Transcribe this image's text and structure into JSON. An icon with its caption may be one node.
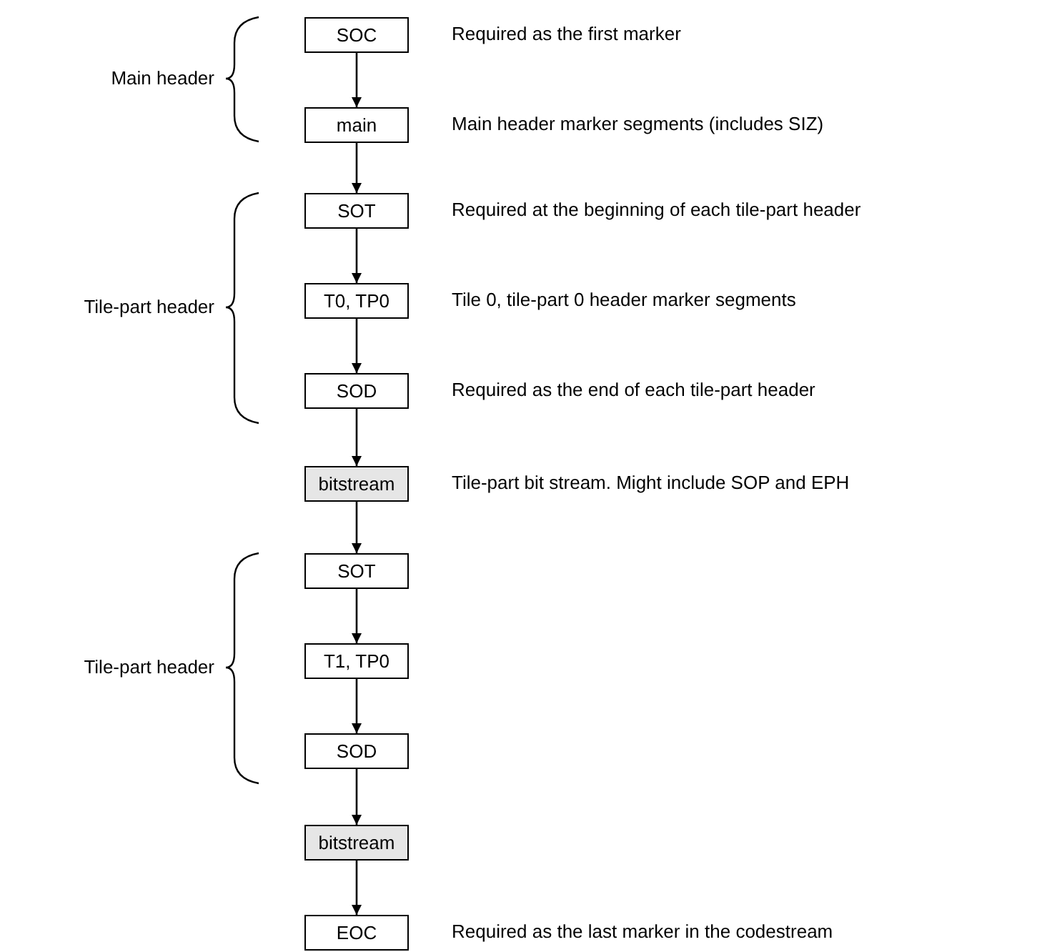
{
  "diagram": {
    "nodes": [
      {
        "text": [
          "SOC"
        ],
        "beside": [
          "Required as the first marker"
        ]
      },
      {
        "text": [
          "main"
        ],
        "beside": [
          "Main header marker segments (includes SIZ)"
        ]
      },
      {
        "text": [
          "SOT"
        ],
        "beside": [
          "Required at the beginning of each tile-part header"
        ]
      },
      {
        "text": [
          "T0, TP0"
        ],
        "beside": [
          "Tile 0, tile-part 0 header marker segments"
        ]
      },
      {
        "text": [
          "SOD"
        ],
        "beside": [
          "Required as the end of each tile-part header"
        ]
      },
      {
        "text": [
          "bitstream"
        ],
        "beside": [
          "Tile-part bit stream. Might include SOP and EPH"
        ]
      },
      {
        "text": [
          "SOT"
        ]
      },
      {
        "text": [
          "T1, TP0"
        ]
      },
      {
        "text": [
          "SOD"
        ]
      },
      {
        "text": [
          "bitstream"
        ]
      },
      {
        "text": [
          "EOC"
        ],
        "beside": [
          "Required as the last marker in the codestream"
        ]
      }
    ],
    "edges": [
      {
        "from": 0,
        "to": 1,
        "arrow": "to"
      },
      {
        "from": 1,
        "to": 2,
        "arrow": "to"
      },
      {
        "from": 2,
        "to": 3,
        "arrow": "to"
      },
      {
        "from": 3,
        "to": 4,
        "arrow": "to"
      },
      {
        "from": 4,
        "to": 5,
        "arrow": "to"
      },
      {
        "from": 5,
        "to": 6,
        "arrow": "to"
      },
      {
        "from": 6,
        "to": 7,
        "arrow": "to"
      },
      {
        "from": 7,
        "to": 8,
        "arrow": "to"
      },
      {
        "from": 8,
        "to": 9,
        "arrow": "to"
      },
      {
        "from": 9,
        "to": 10,
        "arrow": "to"
      }
    ],
    "labels": [
      "Main header",
      "Tile-part header",
      "Tile-part header"
    ]
  }
}
